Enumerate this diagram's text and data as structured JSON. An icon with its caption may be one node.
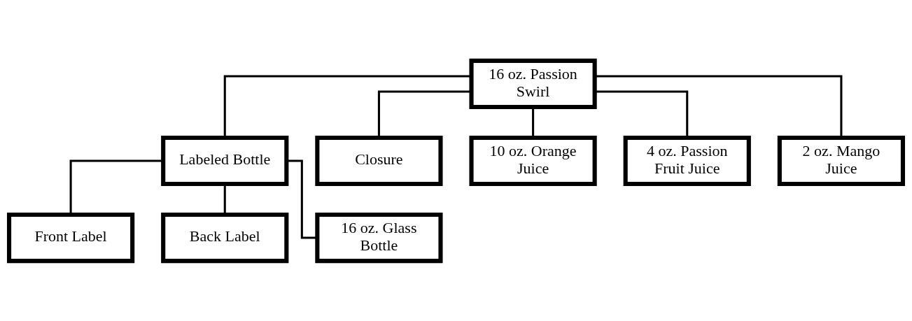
{
  "diagram": {
    "nodes": [
      {
        "text": [
          "16 oz. Passion Swirl"
        ]
      },
      {
        "text": [
          "Labeled Bottle"
        ]
      },
      {
        "text": [
          "Closure"
        ]
      },
      {
        "text": [
          "10 oz. Orange Juice"
        ]
      },
      {
        "text": [
          "4 oz. Passion Fruit Juice"
        ]
      },
      {
        "text": [
          "2 oz. Mango Juice"
        ]
      },
      {
        "text": [
          "Front Label"
        ]
      },
      {
        "text": [
          "Back Label"
        ]
      },
      {
        "text": [
          "16 oz. Glass Bottle"
        ]
      }
    ],
    "edges": [
      {
        "from": 0,
        "to": 1,
        "arrow": "none"
      },
      {
        "from": 0,
        "to": 2,
        "arrow": "none"
      },
      {
        "from": 0,
        "to": 3,
        "arrow": "none"
      },
      {
        "from": 0,
        "to": 4,
        "arrow": "none"
      },
      {
        "from": 0,
        "to": 5,
        "arrow": "none"
      },
      {
        "from": 1,
        "to": 6,
        "arrow": "none"
      },
      {
        "from": 1,
        "to": 7,
        "arrow": "none"
      },
      {
        "from": 1,
        "to": 8,
        "arrow": "none"
      }
    ]
  }
}
